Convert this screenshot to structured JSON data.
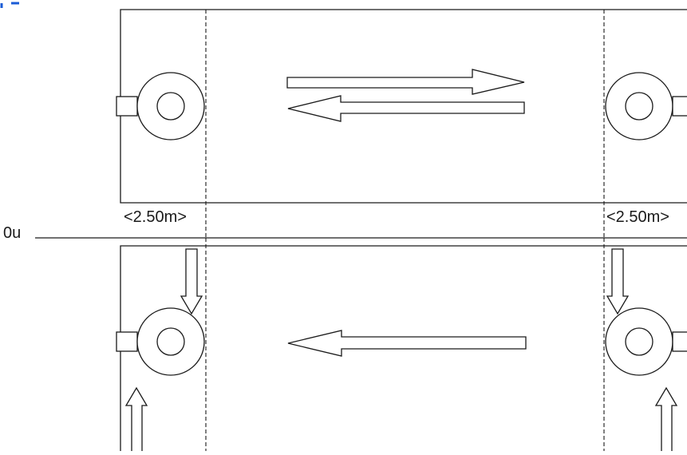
{
  "diagram": {
    "level_label": "0u",
    "dimension_label_left": "<2.50m>",
    "dimension_label_right": "<2.50m>",
    "colors": {
      "line": "#1a1a1a",
      "link_fragment": "#1a5bd6"
    },
    "icons": [
      "pulley-icon",
      "motor-housing-icon",
      "arrow-right-icon",
      "arrow-left-icon",
      "arrow-down-icon",
      "arrow-up-icon"
    ]
  }
}
